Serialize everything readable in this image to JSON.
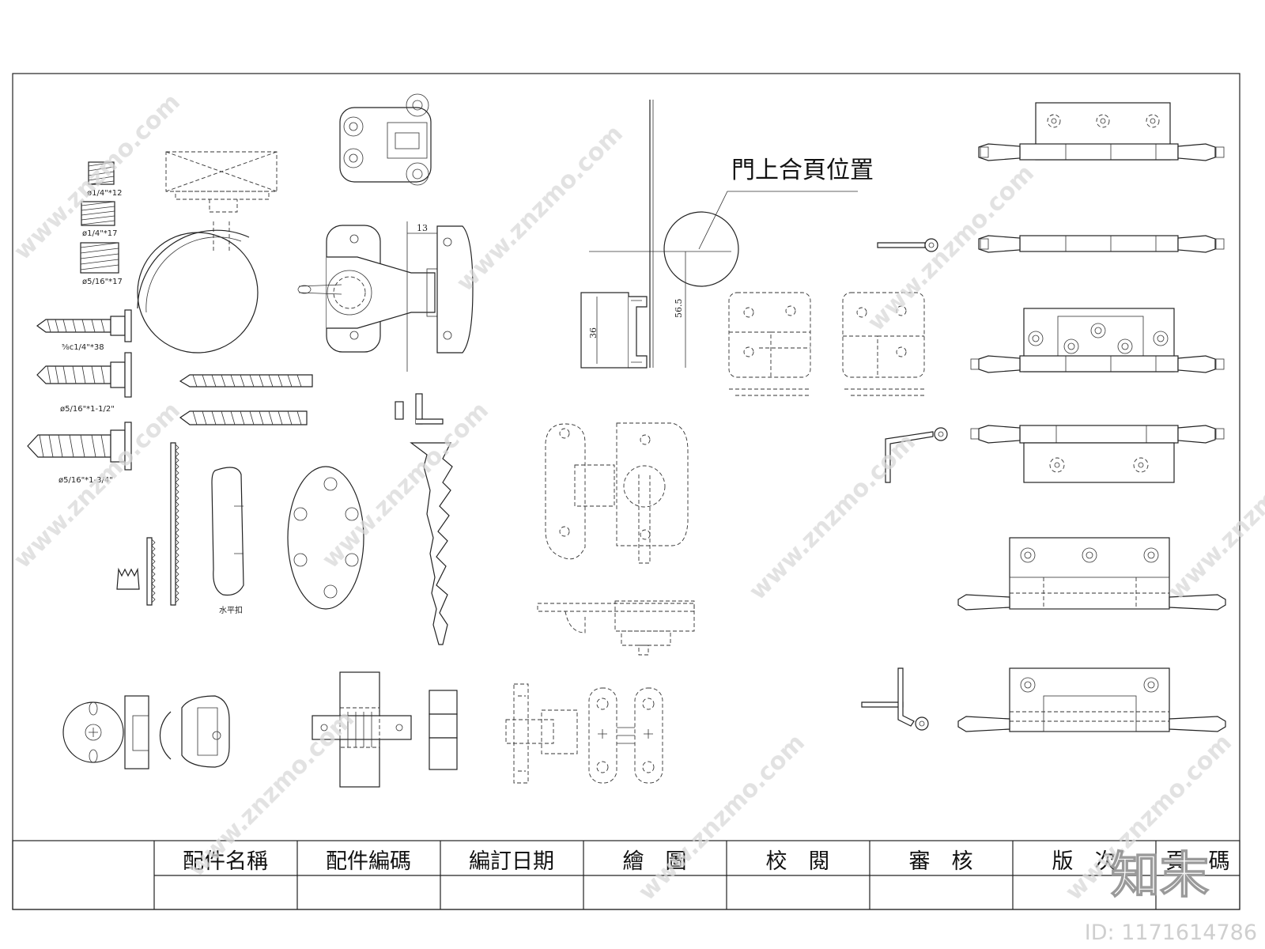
{
  "sheet": {
    "note_label": "門上合頁位置",
    "dimensions": {
      "dim_13": "13",
      "dim_56_5": "56.5",
      "dim_36": "36"
    },
    "screw_labels": [
      "ø1/4\"*12",
      "ø1/4\"*17",
      "ø5/16\"*17",
      "⅝c1/4\"*38",
      "ø5/16\"*1-1/2\"",
      "ø5/16\"*1-3/4\""
    ],
    "horizontal_clip_label": "水平扣"
  },
  "title_block": {
    "headers": [
      "配件名稱",
      "配件編碼",
      "編訂日期",
      "繪　圖",
      "校　閱",
      "審　核",
      "版　次",
      "頁　碼"
    ]
  },
  "branding": {
    "watermark": "www.znzmo.com",
    "logo_text": "知末",
    "id_text": "ID: 1171614786"
  }
}
